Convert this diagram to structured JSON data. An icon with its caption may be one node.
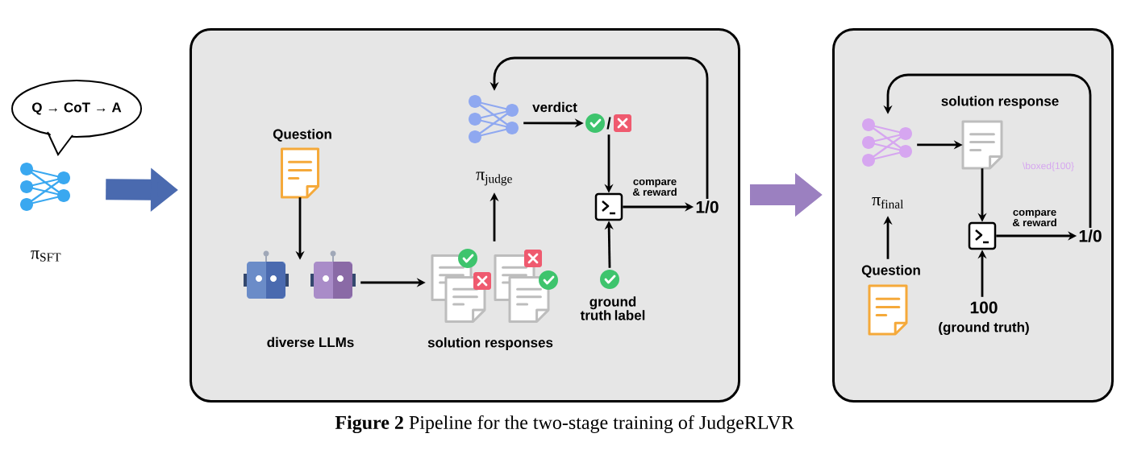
{
  "diagram": {
    "caption": "**Figure 2** Pipeline for the two-stage training of JudgeRLVR",
    "nodes": [
      {
        "text": [
          "Q → CoT → A"
        ]
      },
      {
        "text": [],
        "shape": "picture",
        "beside": [
          "π$_{SFT}$"
        ]
      },
      {
        "text": [],
        "shape": "box"
      },
      {
        "text": [
          "Question"
        ],
        "in": 2
      },
      {
        "text": [
          "diverse LLMs"
        ],
        "in": 2
      },
      {
        "text": [
          "solution responses"
        ],
        "in": 2
      },
      {
        "text": [],
        "shape": "picture",
        "beside": [
          "π$_{judge}$"
        ],
        "in": 2
      },
      {
        "text": [
          "/"
        ],
        "in": 2
      },
      {
        "text": [],
        "shape": "box",
        "in": 2
      },
      {
        "text": [
          "1/0"
        ],
        "in": 2
      },
      {
        "text": [
          "ground truth label"
        ],
        "in": 2
      },
      {
        "text": [],
        "shape": "box"
      },
      {
        "text": [],
        "shape": "picture",
        "beside": [
          "π$_{final}$"
        ],
        "in": 11
      },
      {
        "text": [
          "solution response"
        ],
        "beside": [
          "\\boxed{100}"
        ],
        "in": 11
      },
      {
        "text": [],
        "shape": "box",
        "in": 11
      },
      {
        "text": [
          "1/0"
        ],
        "in": 11
      },
      {
        "text": [
          "Question"
        ],
        "in": 11
      },
      {
        "text": [
          "100",
          "(ground truth)"
        ],
        "in": 11
      }
    ],
    "edges": [
      {
        "from": 1,
        "to": 2,
        "arrow": "to",
        "style": "thick",
        "color": "#4a6aaf"
      },
      {
        "from": 3,
        "to": 4,
        "arrow": "to"
      },
      {
        "from": 4,
        "to": 5,
        "arrow": "to"
      },
      {
        "from": 5,
        "to": 6,
        "arrow": "to"
      },
      {
        "from": 6,
        "to": 7,
        "arrow": "to",
        "label": "verdict"
      },
      {
        "from": 7,
        "to": 8,
        "arrow": "to"
      },
      {
        "from": 10,
        "to": 8,
        "arrow": "to"
      },
      {
        "from": 8,
        "to": 9,
        "arrow": "to",
        "label": "compare & reward"
      },
      {
        "from": 9,
        "to": 6,
        "arrow": "to"
      },
      {
        "from": 2,
        "to": 11,
        "arrow": "to",
        "style": "thick",
        "color": "#9b80c0"
      },
      {
        "from": 12,
        "to": 13,
        "arrow": "to"
      },
      {
        "from": 13,
        "to": 14,
        "arrow": "to"
      },
      {
        "from": 17,
        "to": 14,
        "arrow": "to"
      },
      {
        "from": 14,
        "to": 15,
        "arrow": "to",
        "label": "compare & reward"
      },
      {
        "from": 15,
        "to": 12,
        "arrow": "to"
      },
      {
        "from": 16,
        "to": 12,
        "arrow": "to"
      }
    ]
  }
}
